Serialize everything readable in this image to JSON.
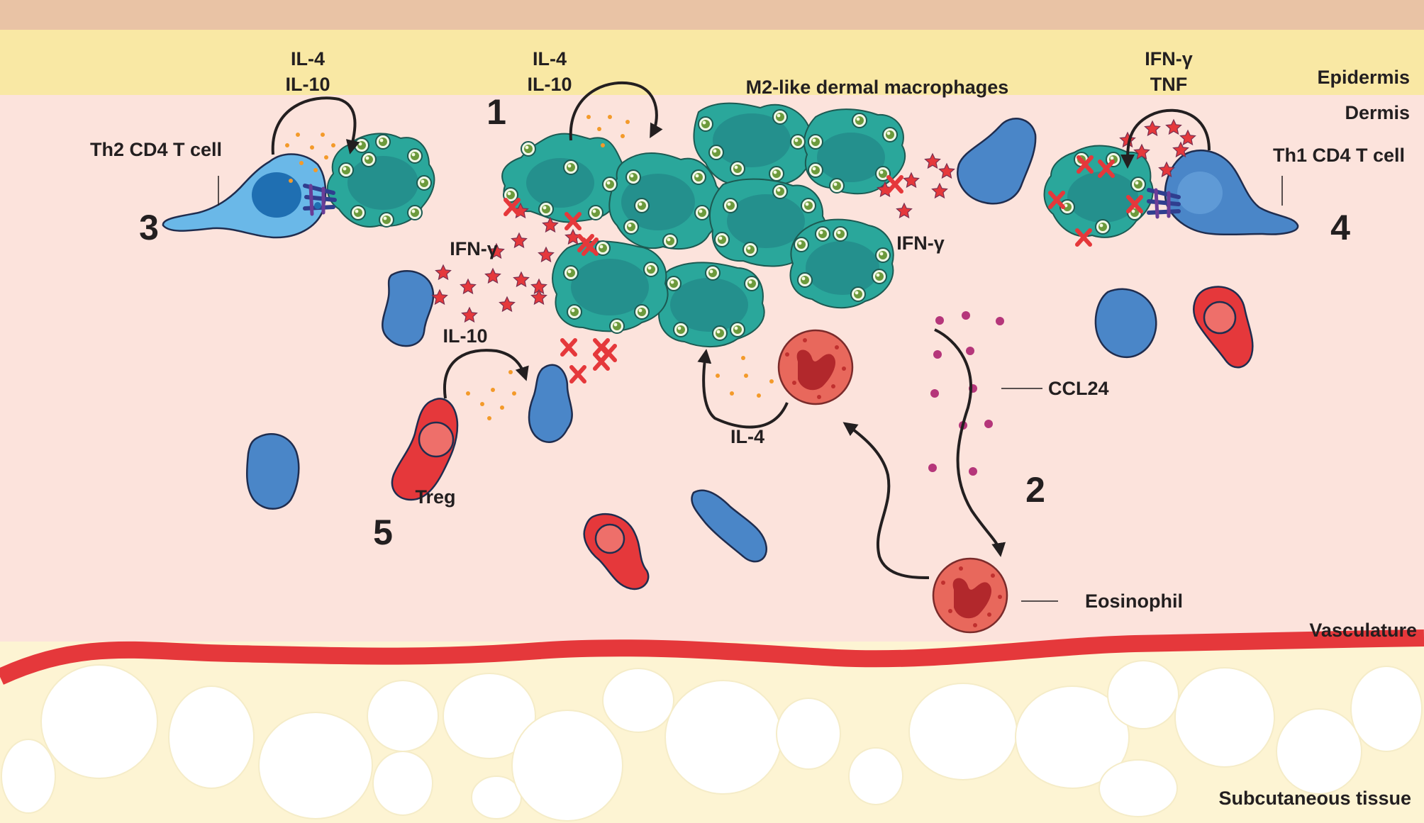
{
  "layers": {
    "epidermis": "Epidermis",
    "dermis": "Dermis",
    "vasculature": "Vasculature",
    "subcutaneous": "Subcutaneous tissue"
  },
  "mechanisms": {
    "m1": "1",
    "m2": "2",
    "m3": "3",
    "m4": "4",
    "m5": "5"
  },
  "labels": {
    "macrophages": "M2-like dermal macrophages",
    "th2": "Th2 CD4 T cell",
    "th1": "Th1 CD4 T cell",
    "treg": "Treg",
    "eosinophil": "Eosinophil",
    "ccl24": "CCL24",
    "th2_il4": "IL-4",
    "th2_il10": "IL-10",
    "mac_il4": "IL-4",
    "mac_il10": "IL-10",
    "th1_ifng": "IFN-γ",
    "th1_tnf": "TNF",
    "ifng_left": "IFN-γ",
    "ifng_right": "IFN-γ",
    "treg_il10": "IL-10",
    "eos_il4": "IL-4"
  },
  "colors": {
    "epidermis_top": "#e9c3a5",
    "epidermis": "#f9e8a4",
    "dermis": "#fce3dc",
    "subcutaneous": "#fdf4d3",
    "vessel": "#e5383b",
    "macrophage": "#2aa79b",
    "macrophage_nucleus": "#24908d",
    "th1_cell": "#4a86c8",
    "th2_cell": "#6ab8e8",
    "treg": "#e5383b",
    "eosinophil": "#e8685c",
    "ccl24": "#b5367a",
    "il_dots": "#f39a2a",
    "ifn_stars": "#e5383b"
  }
}
